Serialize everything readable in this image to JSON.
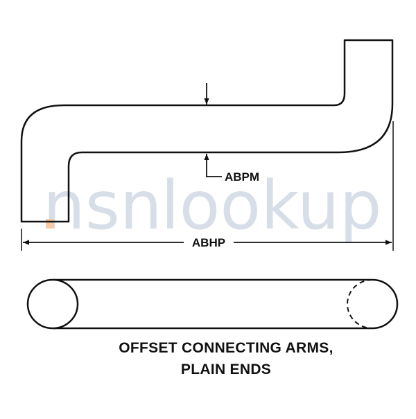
{
  "drawing": {
    "dimensions": {
      "wall_thickness": "ABPM",
      "overall_length": "ABHP"
    },
    "caption": {
      "line1": "OFFSET CONNECTING ARMS,",
      "line2": "PLAIN ENDS"
    },
    "watermark": {
      "part1": "nsn",
      "part2": "lookup",
      "color_main": "#b8c4d6",
      "color_accent": "#f4a261"
    }
  }
}
